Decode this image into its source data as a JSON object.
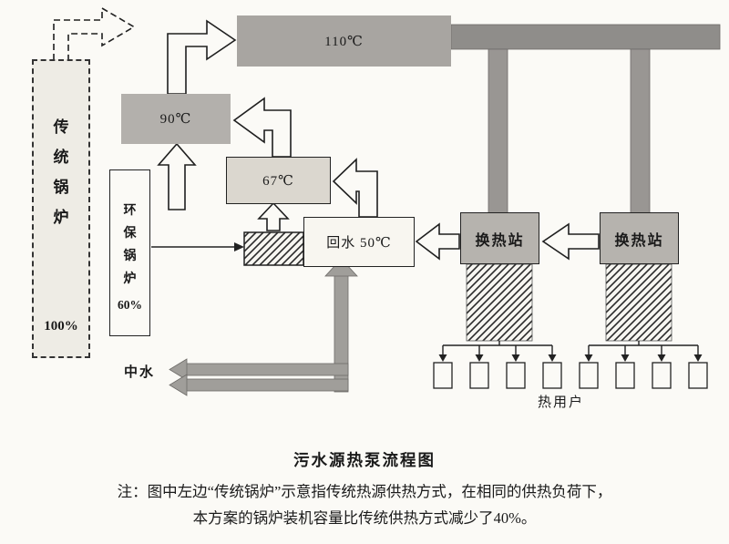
{
  "diagram": {
    "traditional_boiler": {
      "label": "传统锅炉",
      "pct": "100%"
    },
    "eco_boiler": {
      "label": "环保锅炉",
      "pct": "60%"
    },
    "temp_110": "110℃",
    "temp_90": "90℃",
    "temp_67": "67℃",
    "return_water": "回水 50℃",
    "hx_station": "换热站",
    "reclaimed_water": "中水",
    "heat_users": "热用户"
  },
  "caption": {
    "title": "污水源热泵流程图",
    "note_line1": "注：图中左边“传统锅炉”示意指传统热源供热方式，在相同的供热负荷下，",
    "note_line2": "本方案的锅炉装机容量比传统供热方式减少了40%。"
  },
  "colors": {
    "paper": "#fbfaf6",
    "pipe_gray": "#999693",
    "dark_bar": "#8f8d8a",
    "box_gray": "#b3b0ac",
    "light_box": "#dbd7cf",
    "ink": "#1f1f1f"
  }
}
